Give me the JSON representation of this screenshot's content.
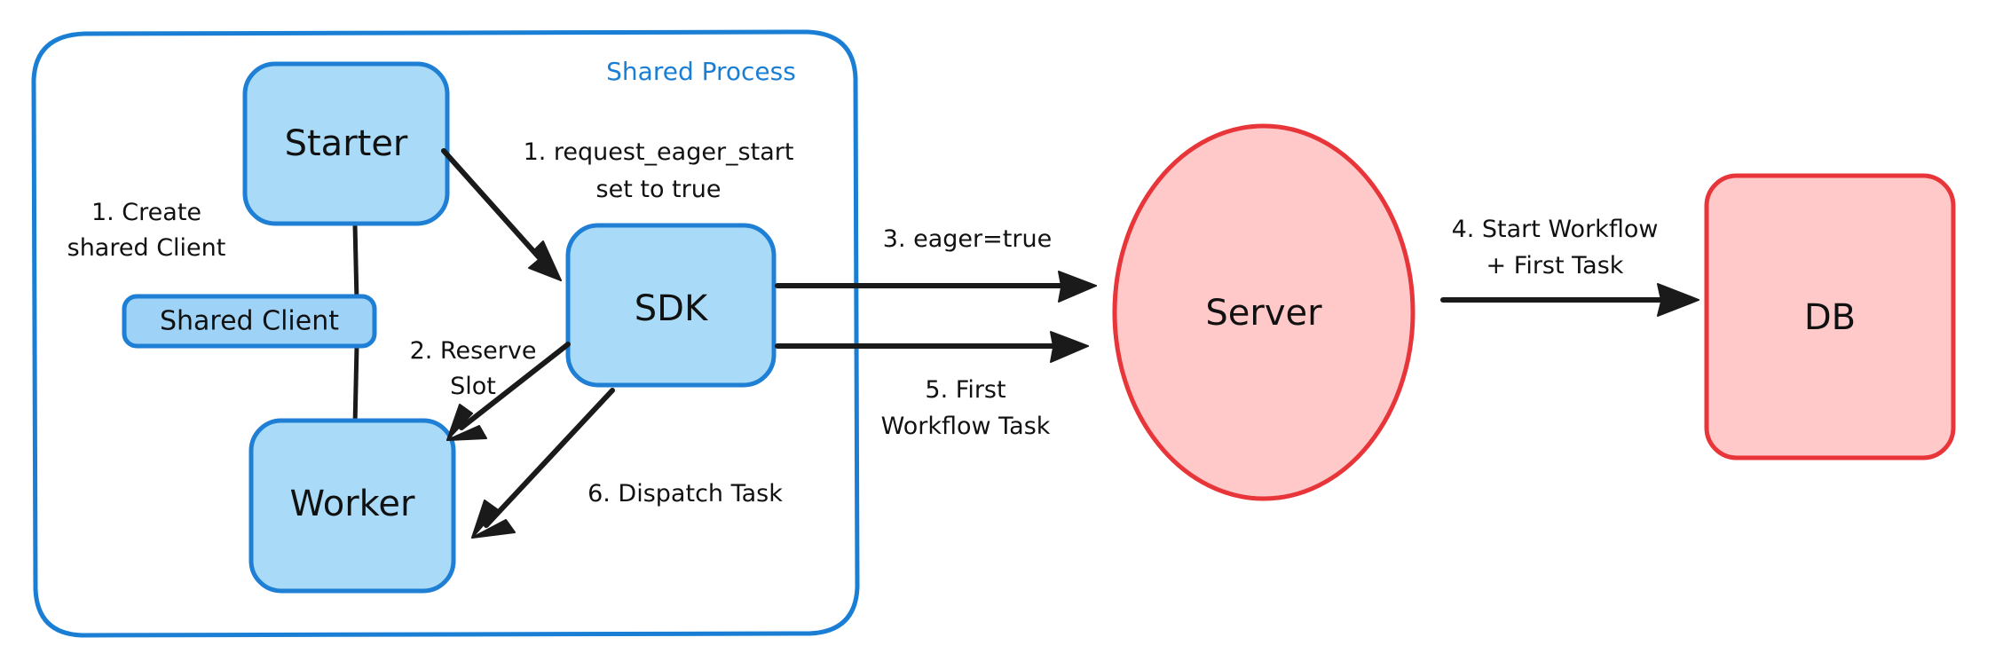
{
  "diagram": {
    "title_group": "Shared Process",
    "nodes": [
      {
        "id": "starter",
        "label": "Starter",
        "shape": "rounded-rect",
        "color_fill": "#a9dbf8",
        "color_stroke": "#1e7fd4"
      },
      {
        "id": "shared-client",
        "label": "Shared Client",
        "shape": "rounded-rect",
        "color_fill": "#9ed3f7",
        "color_stroke": "#1e7fd4"
      },
      {
        "id": "worker",
        "label": "Worker",
        "shape": "rounded-rect",
        "color_fill": "#a9dbf8",
        "color_stroke": "#1e7fd4"
      },
      {
        "id": "sdk",
        "label": "SDK",
        "shape": "rounded-rect",
        "color_fill": "#a9dbf8",
        "color_stroke": "#1e7fd4"
      },
      {
        "id": "server",
        "label": "Server",
        "shape": "ellipse",
        "color_fill": "#ffc9c9",
        "color_stroke": "#e8353a"
      },
      {
        "id": "db",
        "label": "DB",
        "shape": "rounded-rect",
        "color_fill": "#ffc9c9",
        "color_stroke": "#e8353a"
      }
    ],
    "edges": [
      {
        "id": "e1-create",
        "label_line1": "1. Create",
        "label_line2": "shared Client",
        "from": "starter",
        "to": "shared-client"
      },
      {
        "id": "e1-request",
        "label_line1": "1. request_eager_start",
        "label_line2": "set to true",
        "from": "starter",
        "to": "sdk"
      },
      {
        "id": "e2-reserve",
        "label_line1": "2. Reserve",
        "label_line2": "Slot",
        "from": "sdk",
        "to": "worker"
      },
      {
        "id": "e3-eager",
        "label_line1": "3. eager=true",
        "label_line2": "",
        "from": "sdk",
        "to": "server"
      },
      {
        "id": "e4-start",
        "label_line1": "4. Start Workflow",
        "label_line2": "+ First Task",
        "from": "server",
        "to": "db"
      },
      {
        "id": "e5-first",
        "label_line1": "5. First",
        "label_line2": "Workflow Task",
        "from": "sdk",
        "to": "server"
      },
      {
        "id": "e6-dispatch",
        "label_line1": "6. Dispatch Task",
        "label_line2": "",
        "from": "sdk",
        "to": "worker"
      }
    ]
  }
}
